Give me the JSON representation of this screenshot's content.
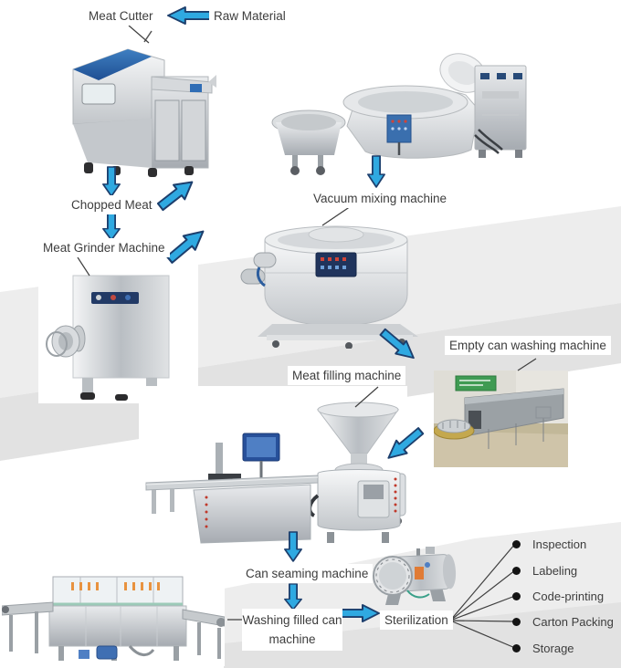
{
  "colors": {
    "arrow_fill": "#2fa9e1",
    "arrow_stroke": "#1d3f6d",
    "label_text": "#3d3d3d",
    "swoosh_light": "#ededed",
    "swoosh_dark": "#e2e2e2"
  },
  "flow": {
    "raw_material": "Raw Material",
    "meat_cutter": "Meat Cutter",
    "chopped_meat": "Chopped Meat",
    "meat_grinder_machine": "Meat Grinder Machine",
    "vacuum_mixing_machine": "Vacuum mixing machine",
    "meat_filling_machine": "Meat filling machine",
    "empty_can_washing_machine": "Empty can washing machine",
    "can_seaming_machine": "Can seaming machine",
    "washing_filled_can_machine_line1": "Washing filled can",
    "washing_filled_can_machine_line2": "machine",
    "sterilization": "Sterilization",
    "post_process_steps": [
      "Inspection",
      "Labeling",
      "Code-printing",
      "Carton Packing",
      "Storage"
    ]
  }
}
